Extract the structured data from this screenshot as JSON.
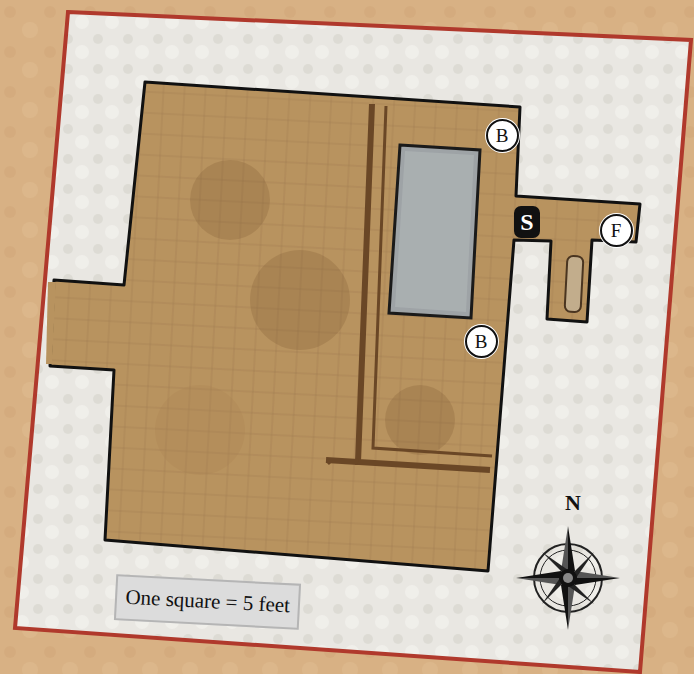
{
  "diagram": {
    "nodes": [
      {
        "text": [
          "B"
        ]
      },
      {
        "text": [
          "S"
        ]
      },
      {
        "text": [
          "F"
        ]
      },
      {
        "text": [
          "B"
        ]
      },
      {
        "text": [
          "One square = 5 feet"
        ]
      }
    ],
    "labels": [
      "N"
    ]
  }
}
